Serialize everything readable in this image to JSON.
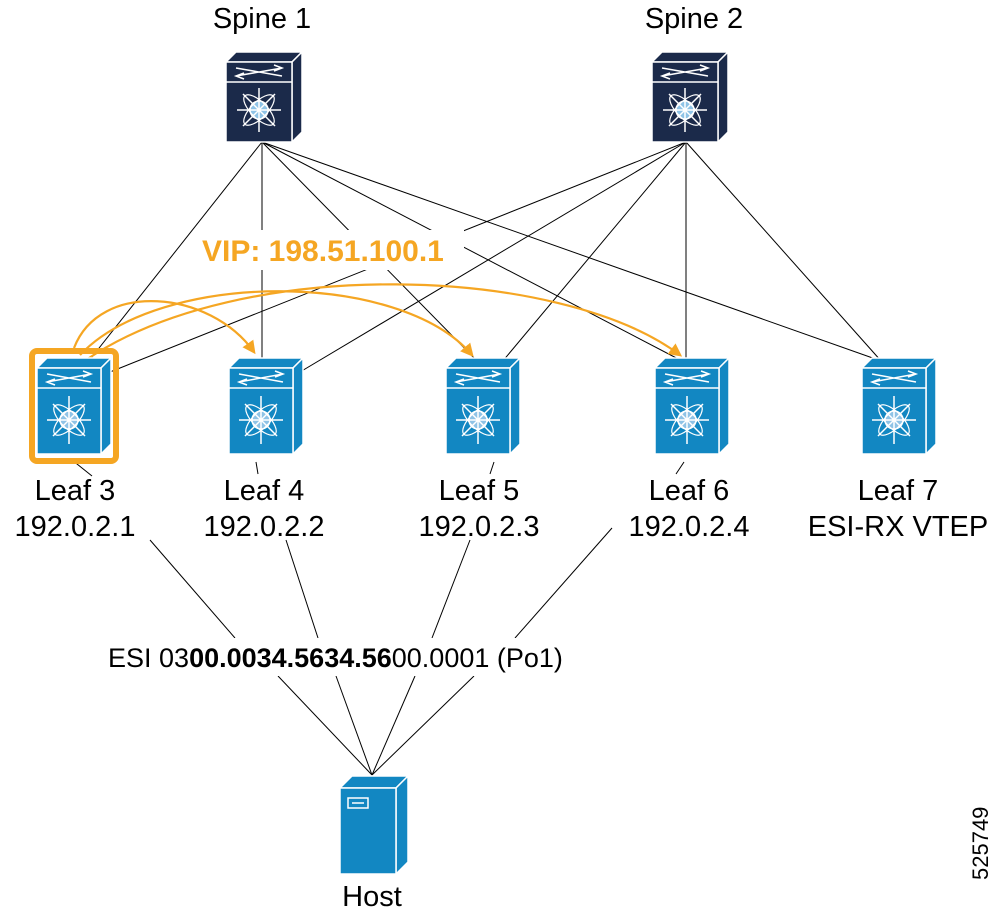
{
  "colors": {
    "spine": "#1b2a4a",
    "leaf": "#1287c2",
    "accent": "#f5a623",
    "line": "#000000"
  },
  "spines": [
    {
      "label": "Spine 1"
    },
    {
      "label": "Spine 2"
    }
  ],
  "leaves": [
    {
      "name": "Leaf 3",
      "ip": "192.0.2.1",
      "highlighted": true
    },
    {
      "name": "Leaf 4",
      "ip": "192.0.2.2",
      "highlighted": false
    },
    {
      "name": "Leaf 5",
      "ip": "192.0.2.3",
      "highlighted": false
    },
    {
      "name": "Leaf 6",
      "ip": "192.0.2.4",
      "highlighted": false
    },
    {
      "name": "Leaf 7",
      "ip": "ESI-RX VTEP",
      "highlighted": false
    }
  ],
  "vip": "VIP: 198.51.100.1",
  "esi": {
    "prefix": "ESI 03",
    "bold": "00.0034.5634.56",
    "suffix": "00.0001 (Po1)"
  },
  "host": {
    "label": "Host",
    "icon": "server-icon"
  },
  "figure_id": "525749"
}
